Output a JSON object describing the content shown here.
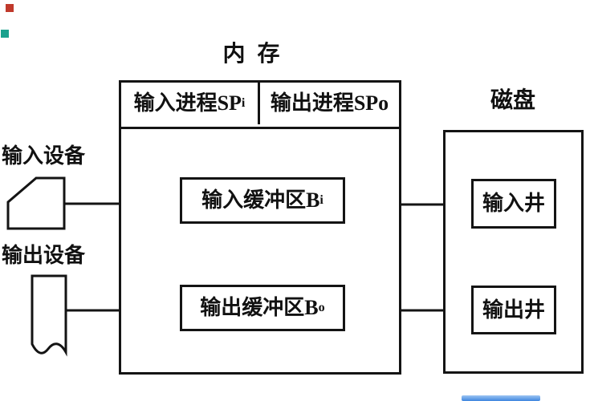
{
  "memory": {
    "title": "内 存",
    "header_left_main": "输入进程SP",
    "header_left_sub": "i",
    "header_right_main": "输出进程SPo",
    "input_buffer_main": "输入缓冲区B",
    "input_buffer_sub": "i",
    "output_buffer_main": "输出缓冲区B",
    "output_buffer_sub": "o"
  },
  "disk": {
    "title": "磁盘",
    "input_well": "输入井",
    "output_well": "输出井"
  },
  "devices": {
    "input_label": "输入设备",
    "output_label": "输出设备"
  },
  "colors": {
    "line": "#141414",
    "text": "#111111",
    "background": "#ffffff",
    "artifact_red_square": "#c0392b",
    "artifact_teal_square": "#1aa18d",
    "artifact_blue_bar": "#4a90e2"
  }
}
